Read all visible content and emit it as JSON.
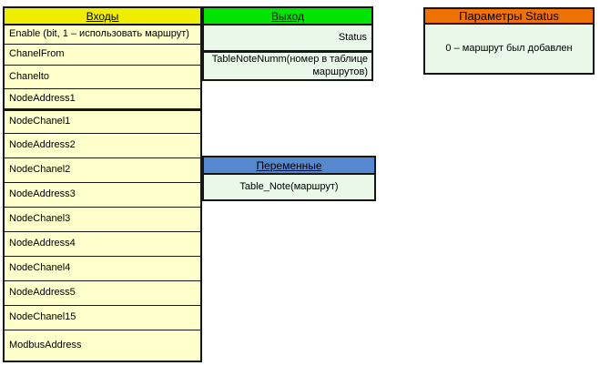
{
  "inputs": {
    "title": "Входы",
    "rows": [
      "Enable (bit, 1 – использовать  маршрут)",
      "ChanelFrom",
      "Chanelto",
      "NodeAddress1",
      "NodeChanel1",
      "NodeAddress2",
      "NodeChanel2",
      "NodeAddress3",
      "NodeChanel3",
      "NodeAddress4",
      "NodeChanel4",
      "NodeAddress5",
      "NodeChanel15",
      "ModbusAddress"
    ]
  },
  "output": {
    "title": "Выход",
    "rows": [
      "Status",
      "TableNoteNumm(номер в таблице маршрутов)"
    ]
  },
  "variables": {
    "title": "Переменные",
    "rows": [
      "Table_Note(маршрут)"
    ]
  },
  "status_params": {
    "title": "Параметры Status",
    "rows": [
      "0 – маршрут был добавлен"
    ]
  },
  "colors": {
    "inputs_header_bg": "#f0ee00",
    "inputs_row_bg": "#ffffcc",
    "output_header_bg": "#00e400",
    "mint_row_bg": "#e9f8e9",
    "variables_header_bg": "#5688d0",
    "params_header_bg": "#ed7103",
    "border": "#161616"
  }
}
